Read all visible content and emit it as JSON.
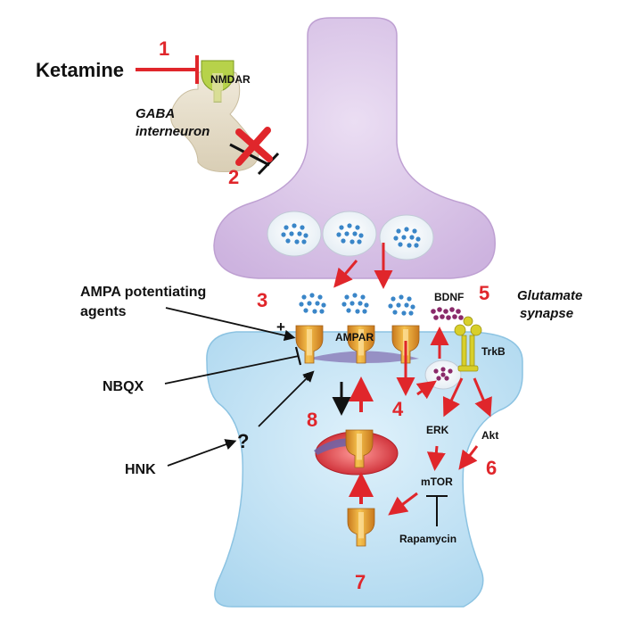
{
  "colors": {
    "accent_red": "#e0262b",
    "post_blue": "#bfe3f6",
    "pre_purple": "#d8c3e6",
    "gaba_beige": "#e9e1cf",
    "nmdar_green": "#b7d24a",
    "receptor_orange": "#f0a93a",
    "vesicle_dot": "#3a86c8",
    "bdnf_dot": "#8a2a6a",
    "trkb_yellow": "#d8cf2a"
  },
  "labels": {
    "ketamine": "Ketamine",
    "nmdar": "NMDAR",
    "gaba_line1": "GABA",
    "gaba_line2": "interneuron",
    "ampa_agents_line1": "AMPA potentiating",
    "ampa_agents_line2": "agents",
    "plus_top": "+",
    "plus_mid": "+",
    "ampar": "AMPAR",
    "bdnf": "BDNF",
    "glutamate_line1": "Glutamate",
    "glutamate_line2": "synapse",
    "trkb": "TrkB",
    "nbqx": "NBQX",
    "question": "?",
    "hnk": "HNK",
    "erk": "ERK",
    "akt": "Akt",
    "mtor": "mTOR",
    "rapamycin": "Rapamycin"
  },
  "steps": {
    "s1": "1",
    "s2": "2",
    "s3": "3",
    "s4": "4",
    "s5": "5",
    "s6": "6",
    "s7": "7",
    "s8": "8"
  }
}
